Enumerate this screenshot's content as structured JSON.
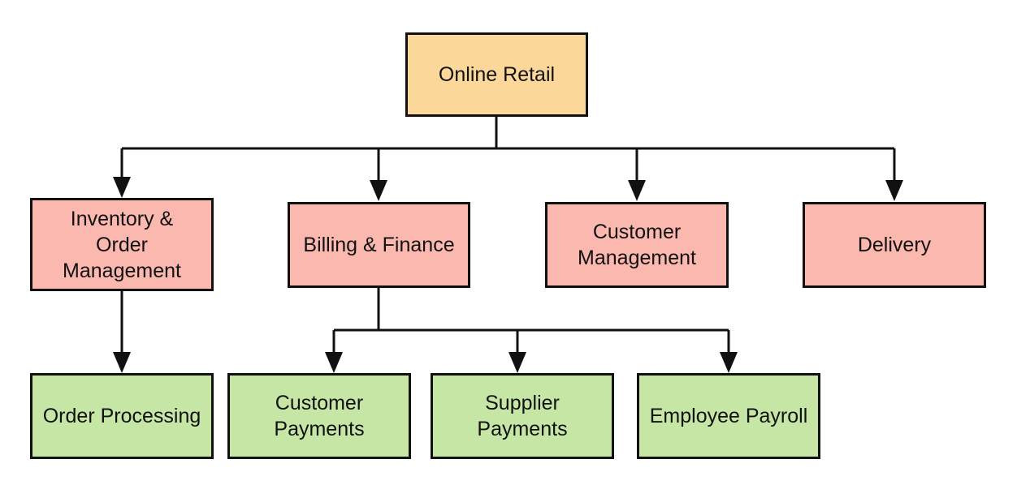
{
  "diagram": {
    "root": {
      "label": "Online Retail"
    },
    "departments": [
      {
        "label": "Inventory &\nOrder\nManagement"
      },
      {
        "label": "Billing & Finance"
      },
      {
        "label": "Customer\nManagement"
      },
      {
        "label": "Delivery"
      }
    ],
    "functions": [
      {
        "label": "Order Processing"
      },
      {
        "label": "Customer\nPayments"
      },
      {
        "label": "Supplier\nPayments"
      },
      {
        "label": "Employee Payroll"
      }
    ]
  },
  "colors": {
    "root_fill": "#fbd89a",
    "department_fill": "#fbb8ae",
    "function_fill": "#c6e6a6",
    "border": "#111111"
  }
}
